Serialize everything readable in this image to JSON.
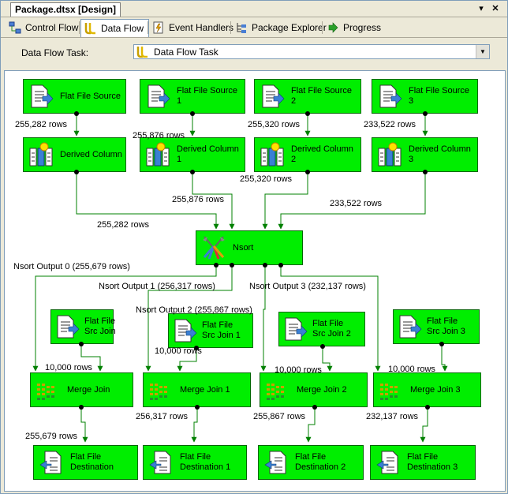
{
  "window": {
    "doc_title": "Package.dtsx [Design]"
  },
  "tabs": [
    {
      "label": "Control Flow"
    },
    {
      "label": "Data Flow"
    },
    {
      "label": "Event Handlers"
    },
    {
      "label": "Package Explorer"
    },
    {
      "label": "Progress"
    }
  ],
  "toolbar": {
    "task_label": "Data Flow Task:",
    "task_value": "Data Flow Task"
  },
  "components": {
    "ffs0": "Flat File Source",
    "ffs1": "Flat File Source\n1",
    "ffs2": "Flat File Source\n2",
    "ffs3": "Flat File Source\n3",
    "dc0": "Derived Column",
    "dc1": "Derived Column\n1",
    "dc2": "Derived Column\n2",
    "dc3": "Derived Column\n3",
    "nsort": "Nsort",
    "sj0": "Flat File\nSrc Join",
    "sj1": "Flat File\nSrc Join 1",
    "sj2": "Flat File\nSrc Join 2",
    "sj3": "Flat File\nSrc Join 3",
    "mj0": "Merge Join",
    "mj1": "Merge Join 1",
    "mj2": "Merge Join 2",
    "mj3": "Merge Join 3",
    "dest0": "Flat File\nDestination",
    "dest1": "Flat File\nDestination 1",
    "dest2": "Flat File\nDestination 2",
    "dest3": "Flat File\nDestination 3"
  },
  "paths": {
    "ffs0_rows": "255,282 rows",
    "ffs1_rows": "255,876 rows",
    "ffs2_rows": "255,320 rows",
    "ffs3_rows": "233,522 rows",
    "dc0_rows": "255,282 rows",
    "dc1_rows": "255,876 rows",
    "dc2_rows": "255,320 rows",
    "dc3_rows": "233,522 rows",
    "out0": "Nsort Output 0 (255,679 rows)",
    "out1": "Nsort Output 1 (256,317 rows)",
    "out2": "Nsort Output 2 (255,867 rows)",
    "out3": "Nsort Output 3 (232,137 rows)",
    "sj0_rows": "10,000 rows",
    "sj1_rows": "10,000 rows",
    "sj2_rows": "10,000 rows",
    "sj3_rows": "10,000 rows",
    "mj0_rows": "255,679 rows",
    "mj1_rows": "256,317 rows",
    "mj2_rows": "255,867 rows",
    "mj3_rows": "232,137 rows"
  },
  "colors": {
    "component_fill": "#00ee00",
    "path_line": "#008000"
  }
}
